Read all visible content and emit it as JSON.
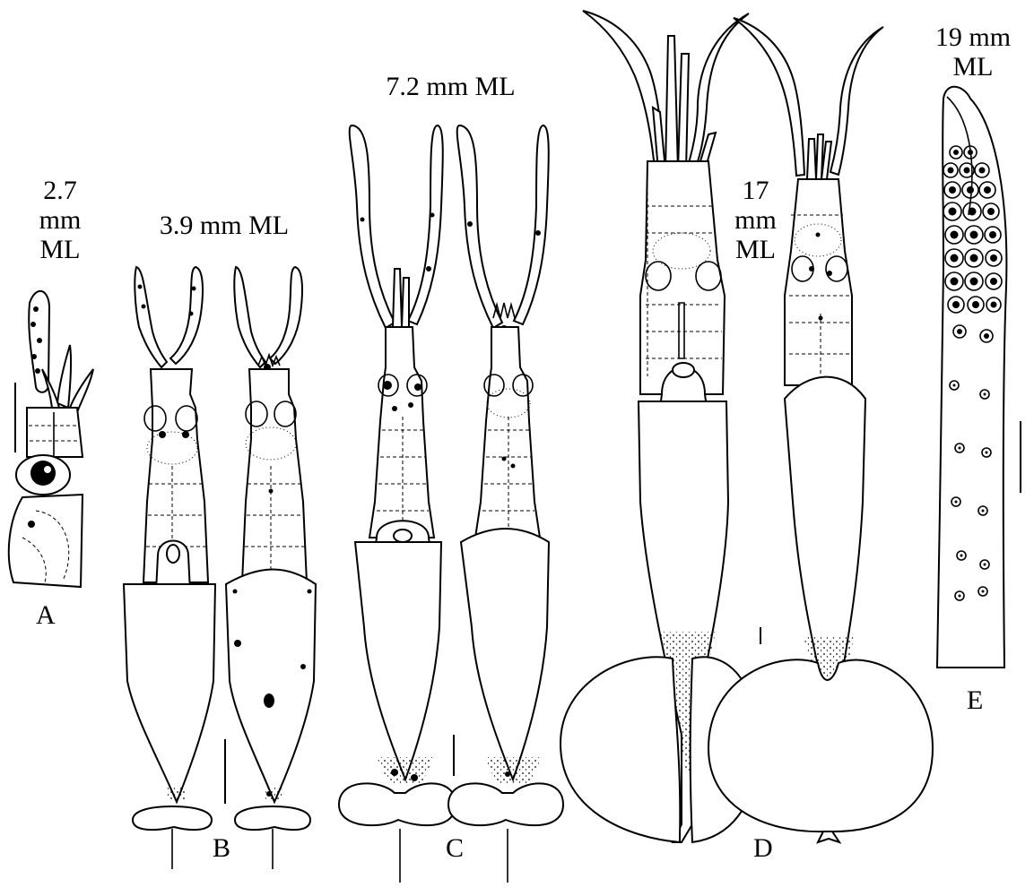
{
  "figure": {
    "panels": [
      {
        "id": "A",
        "letter": "A",
        "size_lines": [
          "2.7",
          "mm",
          "ML"
        ]
      },
      {
        "id": "B",
        "letter": "B",
        "size_lines": [
          "3.9 mm ML"
        ]
      },
      {
        "id": "C",
        "letter": "C",
        "size_lines": [
          "7.2 mm ML"
        ]
      },
      {
        "id": "D",
        "letter": "D",
        "size_lines": [
          "17",
          "mm",
          "ML"
        ]
      },
      {
        "id": "E",
        "letter": "E",
        "size_lines": [
          "19 mm",
          "ML"
        ]
      }
    ],
    "colors": {
      "ink": "#000000",
      "paper": "#ffffff"
    }
  }
}
